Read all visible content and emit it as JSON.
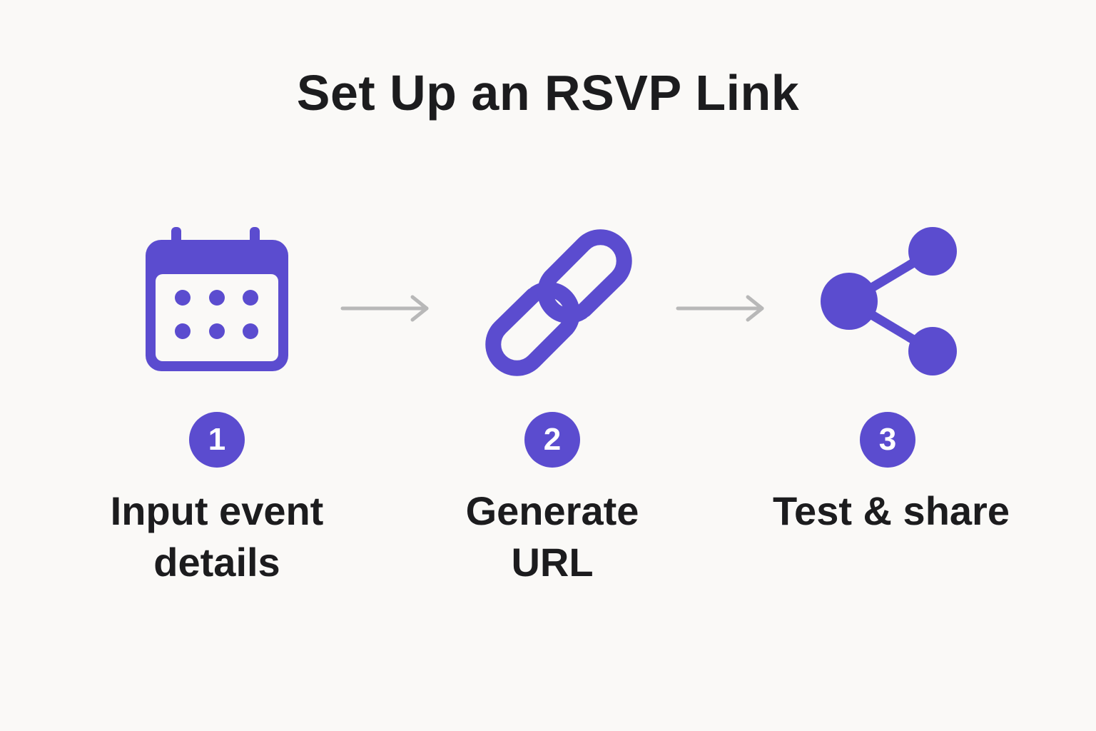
{
  "title": "Set Up an RSVP Link",
  "colors": {
    "accent": "#5b4ccf",
    "arrow": "#b8b8b8",
    "background": "#faf9f7",
    "text": "#1c1c1e"
  },
  "steps": [
    {
      "number": "1",
      "label": "Input event details",
      "icon": "calendar-icon"
    },
    {
      "number": "2",
      "label": "Generate URL",
      "icon": "link-icon"
    },
    {
      "number": "3",
      "label": "Test & share",
      "icon": "share-icon"
    }
  ],
  "connectors": [
    "arrow-right-icon",
    "arrow-right-icon"
  ]
}
